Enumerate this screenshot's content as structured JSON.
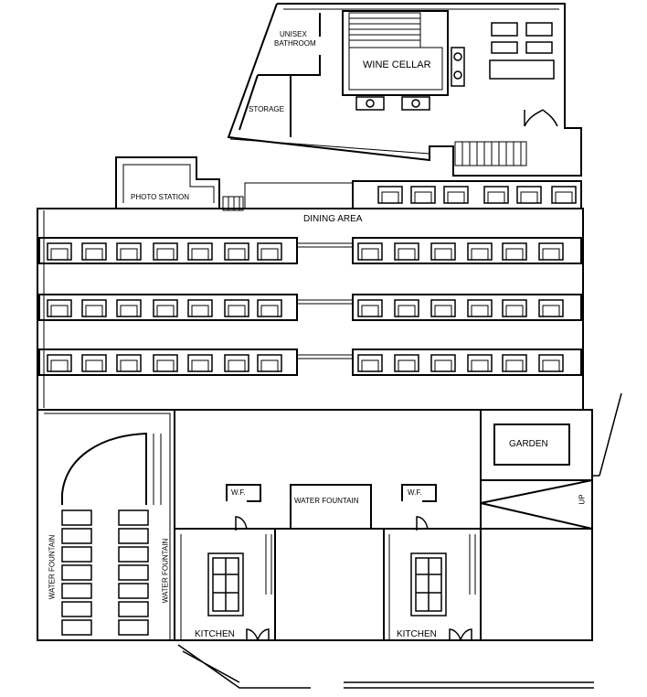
{
  "plan": {
    "unisex_bathroom_line1": "UNISEX",
    "unisex_bathroom_line2": "BATHROOM",
    "wine_cellar": "WINE CELLAR",
    "storage": "STORAGE",
    "photo_station": "PHOTO STATION",
    "dining_area": "DINING AREA",
    "garden": "GARDEN",
    "up": "UP",
    "wf_left": "W.F.",
    "wf_right": "W.F.",
    "water_fountain_center": "WATER FOUNTAIN",
    "water_fountain_vert_left": "WATER FOUNTAIN",
    "water_fountain_vert_right": "WATER FOUNTAIN",
    "kitchen_left": "KITCHEN",
    "kitchen_right": "KITCHEN"
  }
}
